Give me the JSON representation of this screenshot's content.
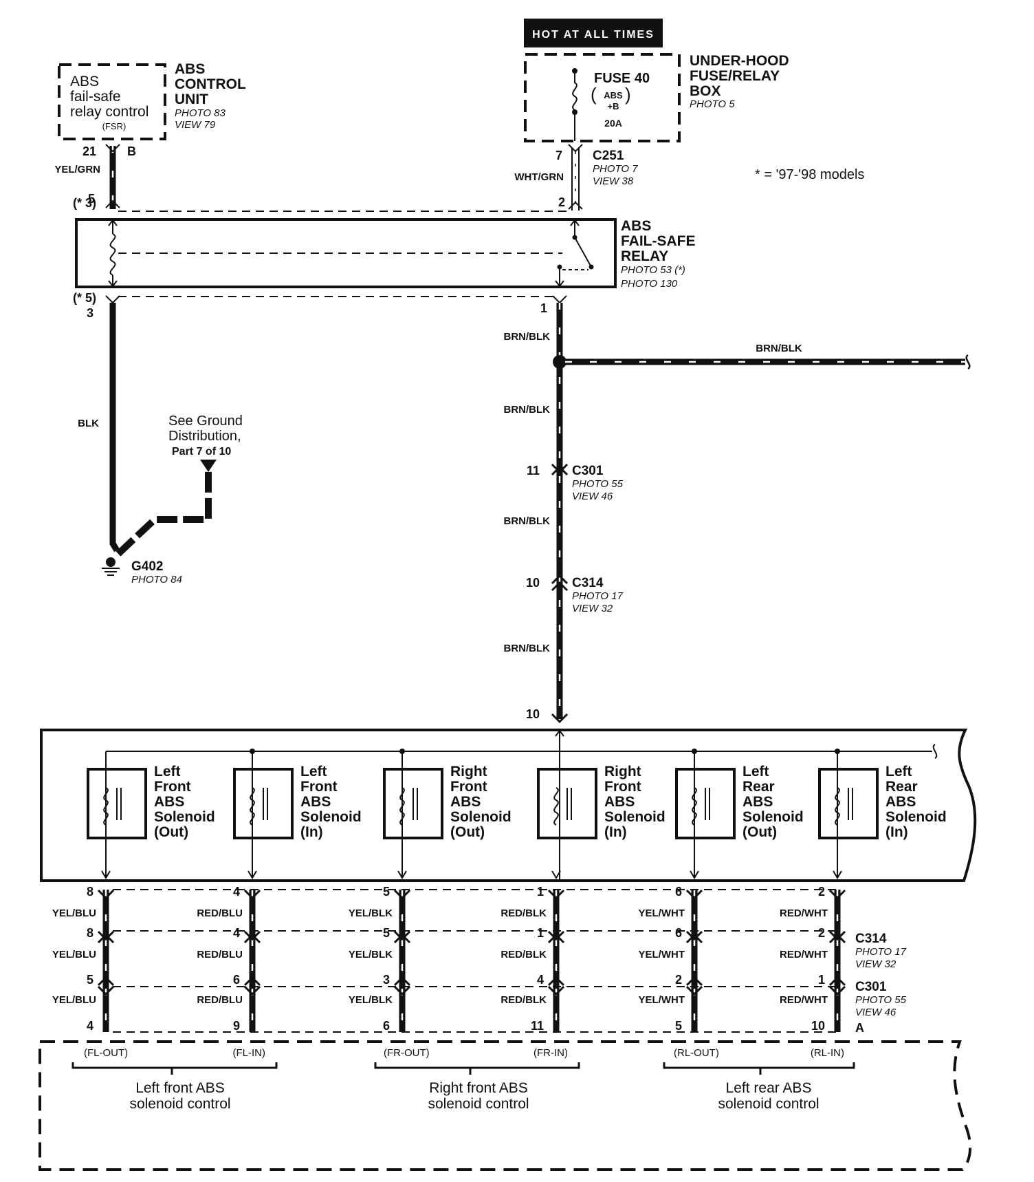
{
  "hot_label": "HOT AT ALL TIMES",
  "models_note": "* = '97-'98 models",
  "abs_unit": {
    "box_lines": [
      "ABS",
      "fail-safe",
      "relay control",
      "(FSR)"
    ],
    "title_lines": [
      "ABS",
      "CONTROL",
      "UNIT"
    ],
    "photo": "PHOTO 83",
    "view": "VIEW 79",
    "pin": "21",
    "connector": "B",
    "wire_color": "YEL/GRN"
  },
  "fuse_box": {
    "fuse_label": "FUSE 40",
    "fuse_sub_1": "ABS",
    "fuse_sub_2": "+B",
    "fuse_amps": "20A",
    "title_lines": [
      "UNDER-HOOD",
      "FUSE/RELAY",
      "BOX"
    ],
    "photo": "PHOTO 5"
  },
  "c251": {
    "name": "C251",
    "photo": "PHOTO 7",
    "view": "VIEW 38",
    "pin_top": "7",
    "pin_bottom": "2",
    "wire_color": "WHT/GRN"
  },
  "relay": {
    "title_lines": [
      "ABS",
      "FAIL-SAFE",
      "RELAY"
    ],
    "photo_1": "PHOTO 53 (*)",
    "photo_2": "PHOTO 130",
    "pin_left_top": "5",
    "pin_left_top_alt": "(* 3)",
    "pin_left_bottom_alt": "(* 5)",
    "pin_left_bottom": "3",
    "pin_right_bottom": "1"
  },
  "ground": {
    "wire_color": "BLK",
    "note_lines": [
      "See Ground",
      "Distribution,",
      "Part 7 of 10"
    ],
    "name": "G402",
    "photo": "PHOTO 84"
  },
  "brn_wire": {
    "color": "BRN/BLK",
    "branch_color": "BRN/BLK"
  },
  "c301_top": {
    "name": "C301",
    "photo": "PHOTO 55",
    "view": "VIEW 46",
    "pin": "11"
  },
  "c314_top": {
    "name": "C314",
    "photo": "PHOTO 17",
    "view": "VIEW 32",
    "pin": "10"
  },
  "modulator_pin": "10",
  "solenoids": [
    {
      "lines": [
        "Left",
        "Front",
        "ABS",
        "Solenoid",
        "(Out)"
      ]
    },
    {
      "lines": [
        "Left",
        "Front",
        "ABS",
        "Solenoid",
        "(In)"
      ]
    },
    {
      "lines": [
        "Right",
        "Front",
        "ABS",
        "Solenoid",
        "(Out)"
      ]
    },
    {
      "lines": [
        "Right",
        "Front",
        "ABS",
        "Solenoid",
        "(In)"
      ]
    },
    {
      "lines": [
        "Left",
        "Rear",
        "ABS",
        "Solenoid",
        "(Out)"
      ]
    },
    {
      "lines": [
        "Left",
        "Rear",
        "ABS",
        "Solenoid",
        "(In)"
      ]
    }
  ],
  "output_wires": [
    {
      "color": "YEL/BLU",
      "p1": "8",
      "p2": "8",
      "p3": "5",
      "p4": "4"
    },
    {
      "color": "RED/BLU",
      "p1": "4",
      "p2": "4",
      "p3": "6",
      "p4": "9"
    },
    {
      "color": "YEL/BLK",
      "p1": "5",
      "p2": "5",
      "p3": "3",
      "p4": "6"
    },
    {
      "color": "RED/BLK",
      "p1": "1",
      "p2": "1",
      "p3": "4",
      "p4": "11"
    },
    {
      "color": "YEL/WHT",
      "p1": "6",
      "p2": "6",
      "p3": "2",
      "p4": "5"
    },
    {
      "color": "RED/WHT",
      "p1": "2",
      "p2": "2",
      "p3": "1",
      "p4": "10"
    }
  ],
  "c314_bottom": {
    "name": "C314",
    "photo": "PHOTO 17",
    "view": "VIEW 32"
  },
  "c301_bottom": {
    "name": "C301",
    "photo": "PHOTO 55",
    "view": "VIEW 46"
  },
  "unit_connector": "A",
  "controls": [
    {
      "out": "(FL-OUT)",
      "in": "(FL-IN)",
      "line1": "Left front ABS",
      "line2": "solenoid control"
    },
    {
      "out": "(FR-OUT)",
      "in": "(FR-IN)",
      "line1": "Right front ABS",
      "line2": "solenoid control"
    },
    {
      "out": "(RL-OUT)",
      "in": "(RL-IN)",
      "line1": "Left rear ABS",
      "line2": "solenoid control"
    }
  ]
}
